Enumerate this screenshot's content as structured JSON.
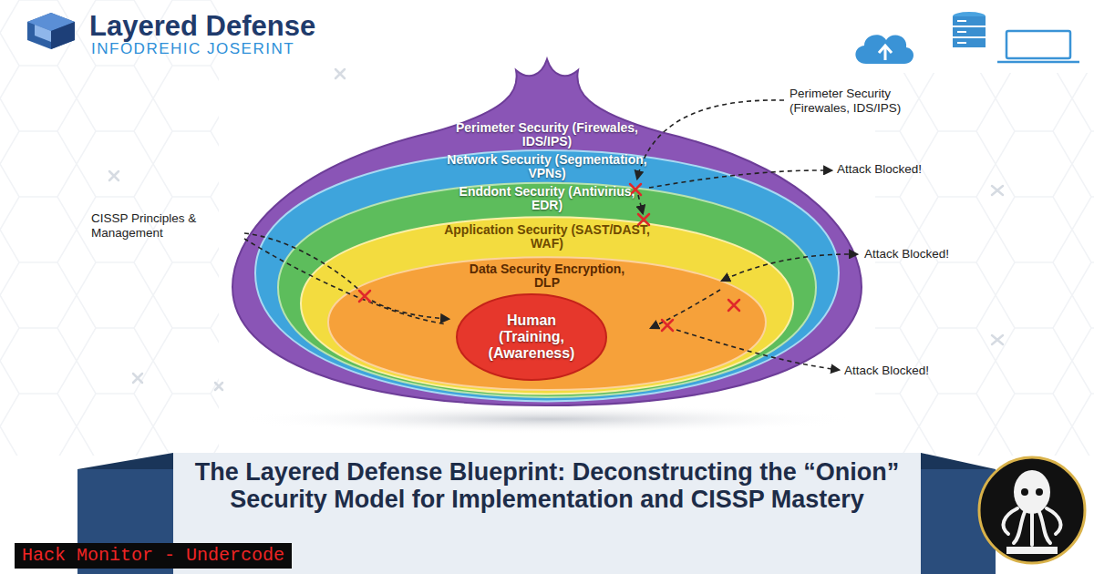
{
  "diagram": {
    "title": "The Layered Defense Blueprint: Deconstructing the “Onion” Security Model for Implementation and CISSP Mastery",
    "nodes": [
      {
        "text": [
          "Perimeter Security (Firewales, IDS/IPS)"
        ]
      },
      {
        "text": [
          "Network Security (Segmentation, VPNs)"
        ],
        "in": 0
      },
      {
        "text": [
          "Enddont Security (Antivirius, EDR)"
        ],
        "in": 1
      },
      {
        "text": [
          "Application Security (SAST/DAST, WAF)"
        ],
        "in": 2
      },
      {
        "text": [
          "Data Security Encryption, DLP"
        ],
        "in": 3
      },
      {
        "text": [
          "Human (Training, (Awareness)"
        ],
        "in": 4
      }
    ],
    "labels": [
      "Layered Defense",
      "INFODREHIC JOSERINT",
      "Perimeter Security (Firewales, IDS/IPS)",
      "Attack Blocked!",
      "Attack Blocked!",
      "Attack Blocked!",
      "CISSP Principles & Management",
      "Hack Monitor - Undercode"
    ]
  }
}
